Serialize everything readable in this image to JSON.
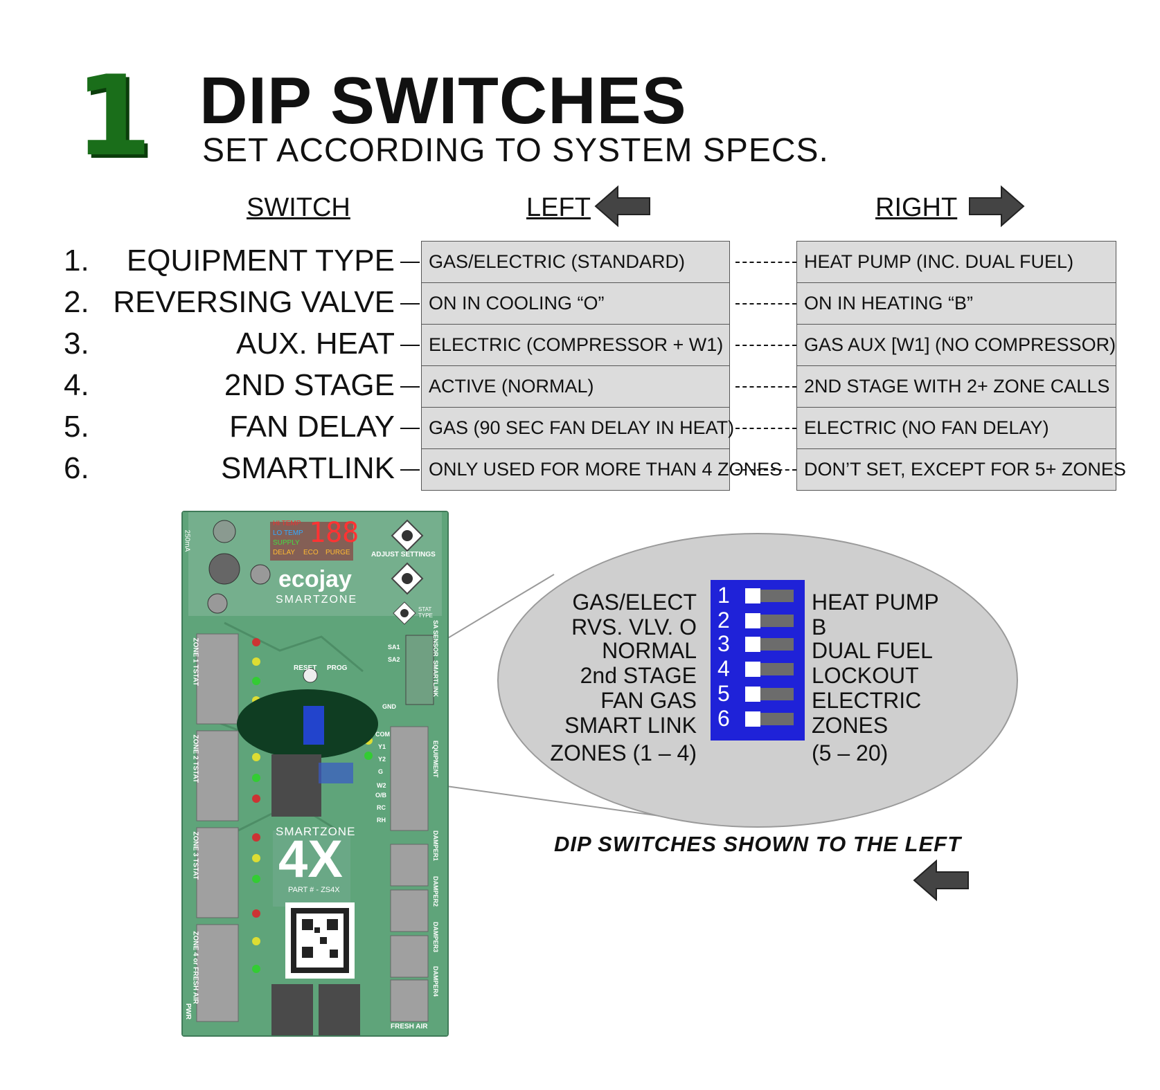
{
  "header": {
    "step_number": "1",
    "title": "DIP SWITCHES",
    "subtitle": "SET ACCORDING TO SYSTEM SPECS."
  },
  "columns": {
    "switch": "SWITCH",
    "left": "LEFT",
    "right": "RIGHT"
  },
  "switches": [
    {
      "num": "1.",
      "label": "EQUIPMENT TYPE",
      "left": "GAS/ELECTRIC (STANDARD)",
      "right": "HEAT PUMP (INC. DUAL FUEL)"
    },
    {
      "num": "2.",
      "label": "REVERSING VALVE",
      "left": "ON IN COOLING “O”",
      "right": "ON IN HEATING “B”"
    },
    {
      "num": "3.",
      "label": "AUX. HEAT",
      "left": "ELECTRIC (COMPRESSOR + W1)",
      "right": "GAS AUX [W1] (NO COMPRESSOR)"
    },
    {
      "num": "4.",
      "label": "2ND STAGE",
      "left": "ACTIVE (NORMAL)",
      "right": "2ND STAGE WITH 2+ ZONE CALLS"
    },
    {
      "num": "5.",
      "label": "FAN DELAY",
      "left": "GAS (90 SEC FAN DELAY IN HEAT)",
      "right": "ELECTRIC (NO FAN DELAY)"
    },
    {
      "num": "6.",
      "label": "SMARTLINK",
      "left": "ONLY USED FOR MORE THAN 4 ZONES",
      "right": "DON’T SET, EXCEPT FOR 5+ ZONES"
    }
  ],
  "board": {
    "brand": "ecojay",
    "brand_sub": "SMARTZONE",
    "display": "188",
    "display_labels": [
      "HI TEMP",
      "LO TEMP",
      "SUPPLY",
      "DELAY",
      "ECO",
      "PURGE"
    ],
    "adjust": "ADJUST SETTINGS",
    "stat_type": "STAT TYPE",
    "reset": "RESET",
    "prog": "PROG",
    "fuse": "250mA",
    "model_name": "SMARTZONE",
    "model_big": "4X",
    "part": "PART # - ZS4X",
    "zones": [
      "ZONE 1 TSTAT",
      "ZONE 2 TSTAT",
      "ZONE 3 TSTAT",
      "ZONE 4 or FRESH AIR"
    ],
    "right_labels": [
      "SA SENSOR",
      "SMARTLINK",
      "EQUIPMENT",
      "DAMPER1",
      "DAMPER2",
      "DAMPER3",
      "DAMPER4"
    ],
    "bottom": "FRESH AIR",
    "pwr": "PWR",
    "terminals": [
      "SA1",
      "SA2",
      "GND",
      "COM",
      "Y1",
      "Y2",
      "G",
      "W2",
      "O/B",
      "RC",
      "RH"
    ]
  },
  "dip_zoom": {
    "left_labels": [
      "GAS/ELECT",
      "RVS. VLV. O",
      "NORMAL",
      "2nd STAGE",
      "FAN GAS",
      "SMART LINK",
      "ZONES (1 – 4)"
    ],
    "right_labels": [
      "HEAT PUMP",
      "B",
      "DUAL FUEL",
      "LOCKOUT",
      "ELECTRIC",
      "ZONES",
      "(5 – 20)"
    ],
    "numbers": [
      "1",
      "2",
      "3",
      "4",
      "5",
      "6"
    ],
    "positions": [
      "left",
      "left",
      "left",
      "left",
      "left",
      "left"
    ]
  },
  "note": "DIP SWITCHES SHOWN TO THE LEFT",
  "colors": {
    "green": "#1a6e1a",
    "board": "#5fa47a",
    "dip_blue": "#1f22d8",
    "cell": "#dcdcdc"
  }
}
